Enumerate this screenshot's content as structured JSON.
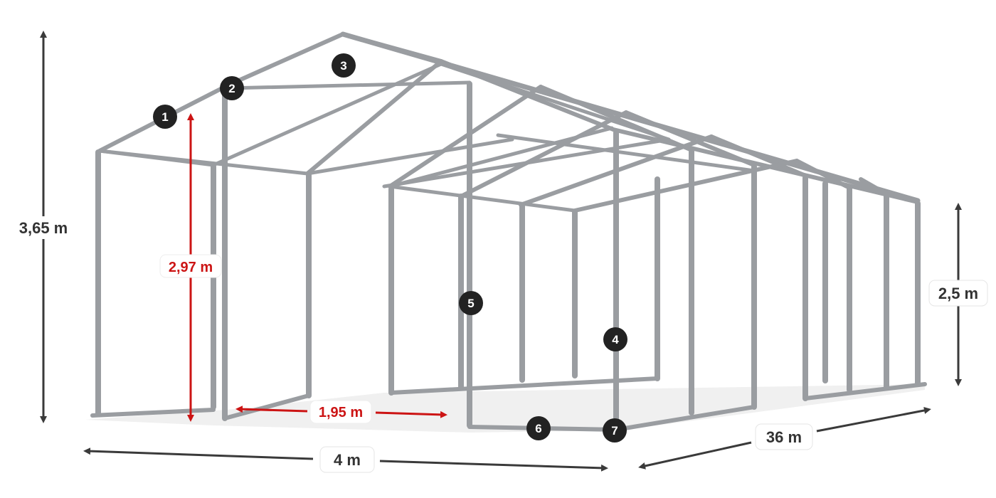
{
  "dimensions": {
    "total_height": "3,65 m",
    "side_height": "2,5 m",
    "door_height": "2,97 m",
    "door_width": "1,95 m",
    "width": "4 m",
    "length": "36 m"
  },
  "callouts": [
    "1",
    "2",
    "3",
    "4",
    "5",
    "6",
    "7"
  ],
  "colors": {
    "dimension_dark": "#3a3a3a",
    "dimension_red": "#cc1414",
    "frame": "#9a9da1",
    "callout_bg": "#222222"
  }
}
